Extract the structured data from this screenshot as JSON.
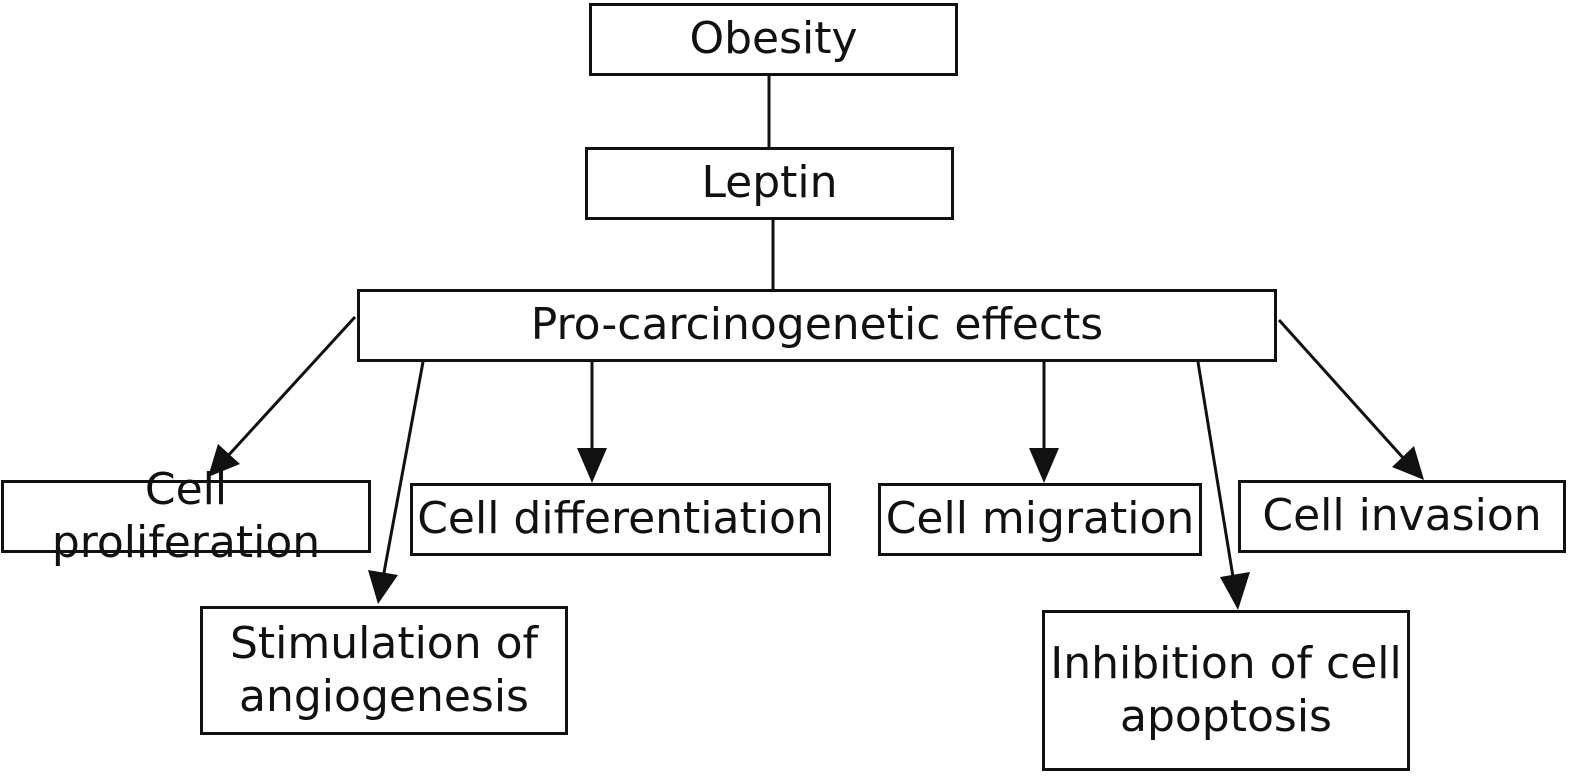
{
  "diagram": {
    "nodes": {
      "obesity": "Obesity",
      "leptin": "Leptin",
      "effects": "Pro-carcinogenetic effects",
      "proliferation": "Cell proliferation",
      "differentiation": "Cell differentiation",
      "migration": "Cell migration",
      "invasion": "Cell invasion",
      "angiogenesis": "Stimulation of\nangiogenesis",
      "apoptosis": "Inhibition of cell\napoptosis"
    },
    "edges": [
      {
        "from": "obesity",
        "to": "leptin",
        "arrow": false
      },
      {
        "from": "leptin",
        "to": "effects",
        "arrow": false
      },
      {
        "from": "effects",
        "to": "proliferation",
        "arrow": true
      },
      {
        "from": "effects",
        "to": "angiogenesis",
        "arrow": true
      },
      {
        "from": "effects",
        "to": "differentiation",
        "arrow": true
      },
      {
        "from": "effects",
        "to": "migration",
        "arrow": true
      },
      {
        "from": "effects",
        "to": "apoptosis",
        "arrow": true
      },
      {
        "from": "effects",
        "to": "invasion",
        "arrow": true
      }
    ]
  }
}
